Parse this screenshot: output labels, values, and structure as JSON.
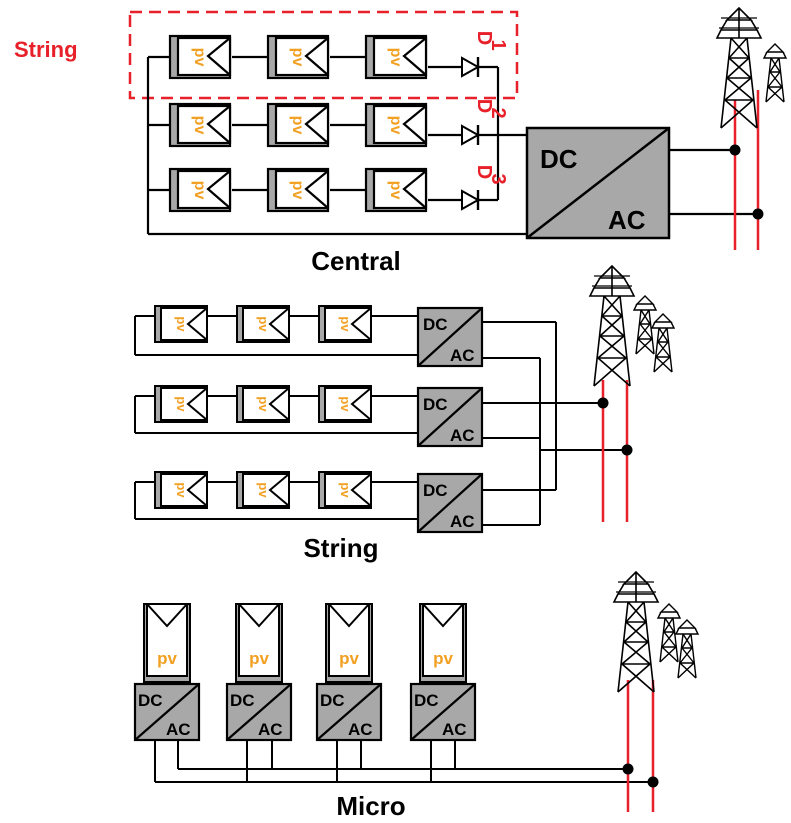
{
  "colors": {
    "pv_orange": "#f2a022",
    "accent_red": "#e8202a",
    "inverter_gray": "#a8a8a8",
    "panel_gray": "#a8a8a8",
    "line_black": "#000000"
  },
  "labels": {
    "string_highlight": "String",
    "pv": "pv",
    "pv_upright": "pv",
    "dc": "DC",
    "ac": "AC"
  },
  "central": {
    "title": "Central",
    "diodes": [
      "D 1",
      "D 2",
      "D 3"
    ],
    "diode_letter": "D",
    "diode_numbers": [
      "1",
      "2",
      "3"
    ]
  },
  "string_section": {
    "title": "String"
  },
  "micro_section": {
    "title": "Micro"
  },
  "icons": [
    "transmission-tower-icon",
    "diode-icon",
    "pv-panel-icon",
    "inverter-icon"
  ]
}
